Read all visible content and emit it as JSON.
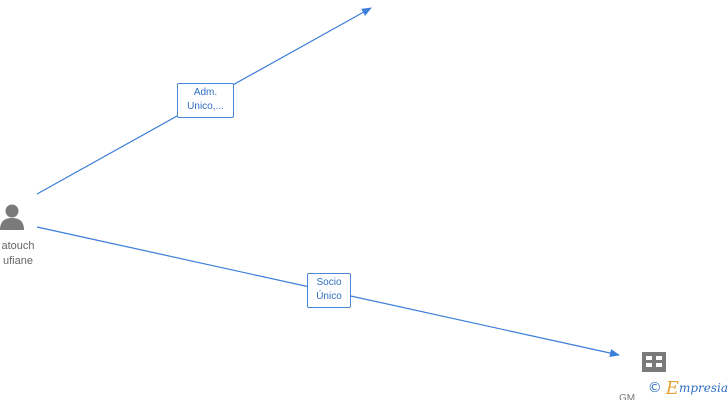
{
  "nodes": {
    "person": {
      "icon": "person-icon",
      "name_line1": "atouch",
      "name_line2": "ufiane"
    },
    "company": {
      "icon": "building-icon",
      "name": "GM"
    }
  },
  "edges": [
    {
      "label_line1": "Adm.",
      "label_line2": "Unico,..."
    },
    {
      "label_line1": "Socio",
      "label_line2": "Único"
    }
  ],
  "watermark": {
    "copyright_symbol": "©",
    "brand_initial": "E",
    "brand_rest": "mpresia"
  },
  "colors": {
    "edge": "#3b7dd8",
    "icon": "#7a7a7a",
    "label_text": "#2f6fc4"
  }
}
